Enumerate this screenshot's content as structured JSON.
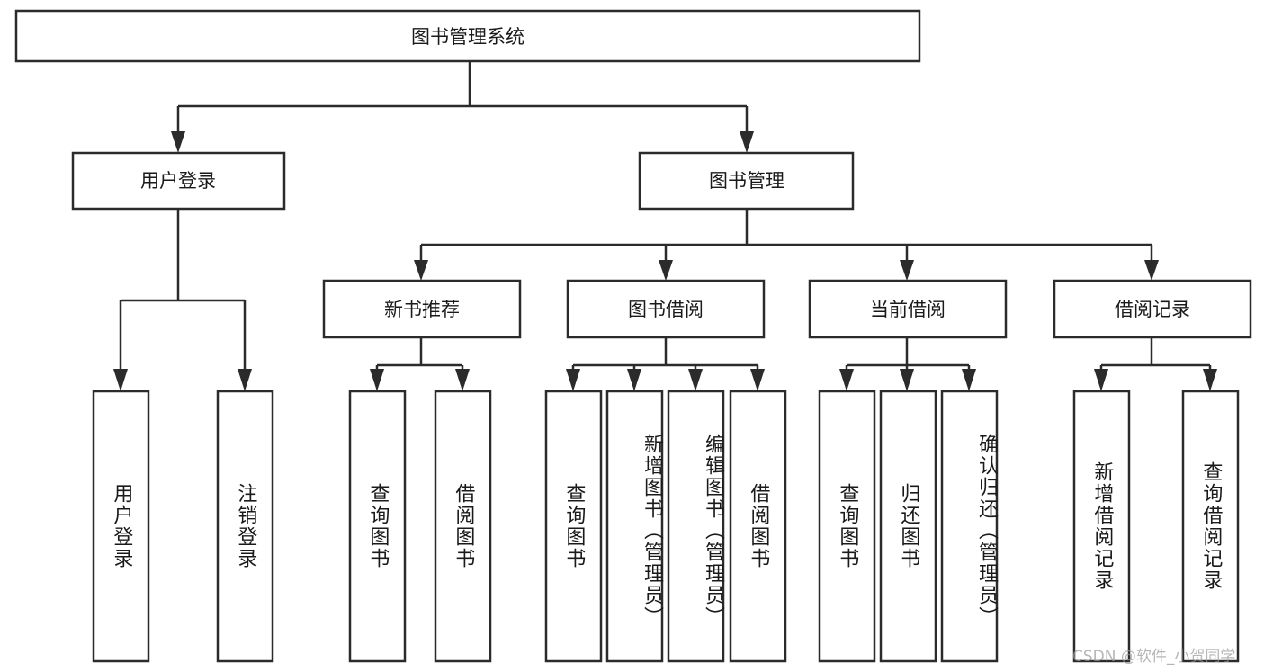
{
  "diagram": {
    "title": "图书管理系统",
    "type": "hierarchy-tree",
    "watermark": "CSDN @软件_小贺同学",
    "colors": {
      "stroke": "#2b2b2b",
      "fill": "#ffffff",
      "text": "#1a1a1a",
      "watermark": "#9a9a9a"
    },
    "levels": {
      "root": {
        "label": "图书管理系统"
      },
      "level2": [
        {
          "label": "用户登录"
        },
        {
          "label": "图书管理"
        }
      ],
      "level3": [
        {
          "label": "新书推荐"
        },
        {
          "label": "图书借阅"
        },
        {
          "label": "当前借阅"
        },
        {
          "label": "借阅记录"
        }
      ],
      "leaves": [
        {
          "label": "用户登录",
          "parent": "用户登录"
        },
        {
          "label": "注销登录",
          "parent": "用户登录"
        },
        {
          "label": "查询图书",
          "parent": "新书推荐"
        },
        {
          "label": "借阅图书",
          "parent": "新书推荐"
        },
        {
          "label": "查询图书",
          "parent": "图书借阅"
        },
        {
          "label": "新增图书（管理员）",
          "parent": "图书借阅"
        },
        {
          "label": "编辑图书（管理员）",
          "parent": "图书借阅"
        },
        {
          "label": "借阅图书",
          "parent": "图书借阅"
        },
        {
          "label": "查询图书",
          "parent": "当前借阅"
        },
        {
          "label": "归还图书",
          "parent": "当前借阅"
        },
        {
          "label": "确认归还（管理员）",
          "parent": "当前借阅"
        },
        {
          "label": "新增借阅记录",
          "parent": "借阅记录"
        },
        {
          "label": "查询借阅记录",
          "parent": "借阅记录"
        }
      ]
    }
  }
}
